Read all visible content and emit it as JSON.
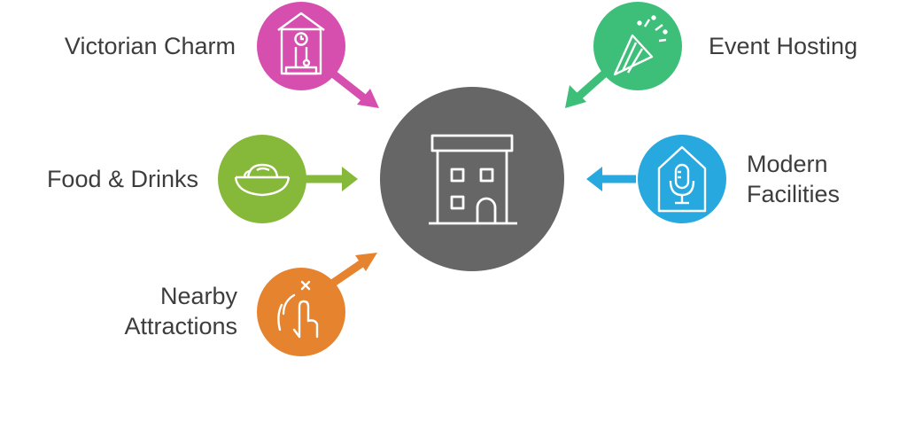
{
  "center": {
    "icon": "hotel-building-icon",
    "color": "#666666"
  },
  "items": [
    {
      "id": "victorian-charm",
      "lines": [
        "Victorian Charm"
      ],
      "color": "#d64faf",
      "icon": "cuckoo-clock-icon"
    },
    {
      "id": "event-hosting",
      "lines": [
        "Event Hosting"
      ],
      "color": "#3dbf7a",
      "icon": "party-popper-icon"
    },
    {
      "id": "food-drinks",
      "lines": [
        "Food & Drinks"
      ],
      "color": "#86b83a",
      "icon": "food-bowl-icon"
    },
    {
      "id": "modern-facilities",
      "lines": [
        "Modern",
        "Facilities"
      ],
      "color": "#27a9df",
      "icon": "microphone-home-icon"
    },
    {
      "id": "nearby-attractions",
      "lines": [
        "Nearby",
        "Attractions"
      ],
      "color": "#e6832f",
      "icon": "tap-gesture-icon"
    }
  ]
}
